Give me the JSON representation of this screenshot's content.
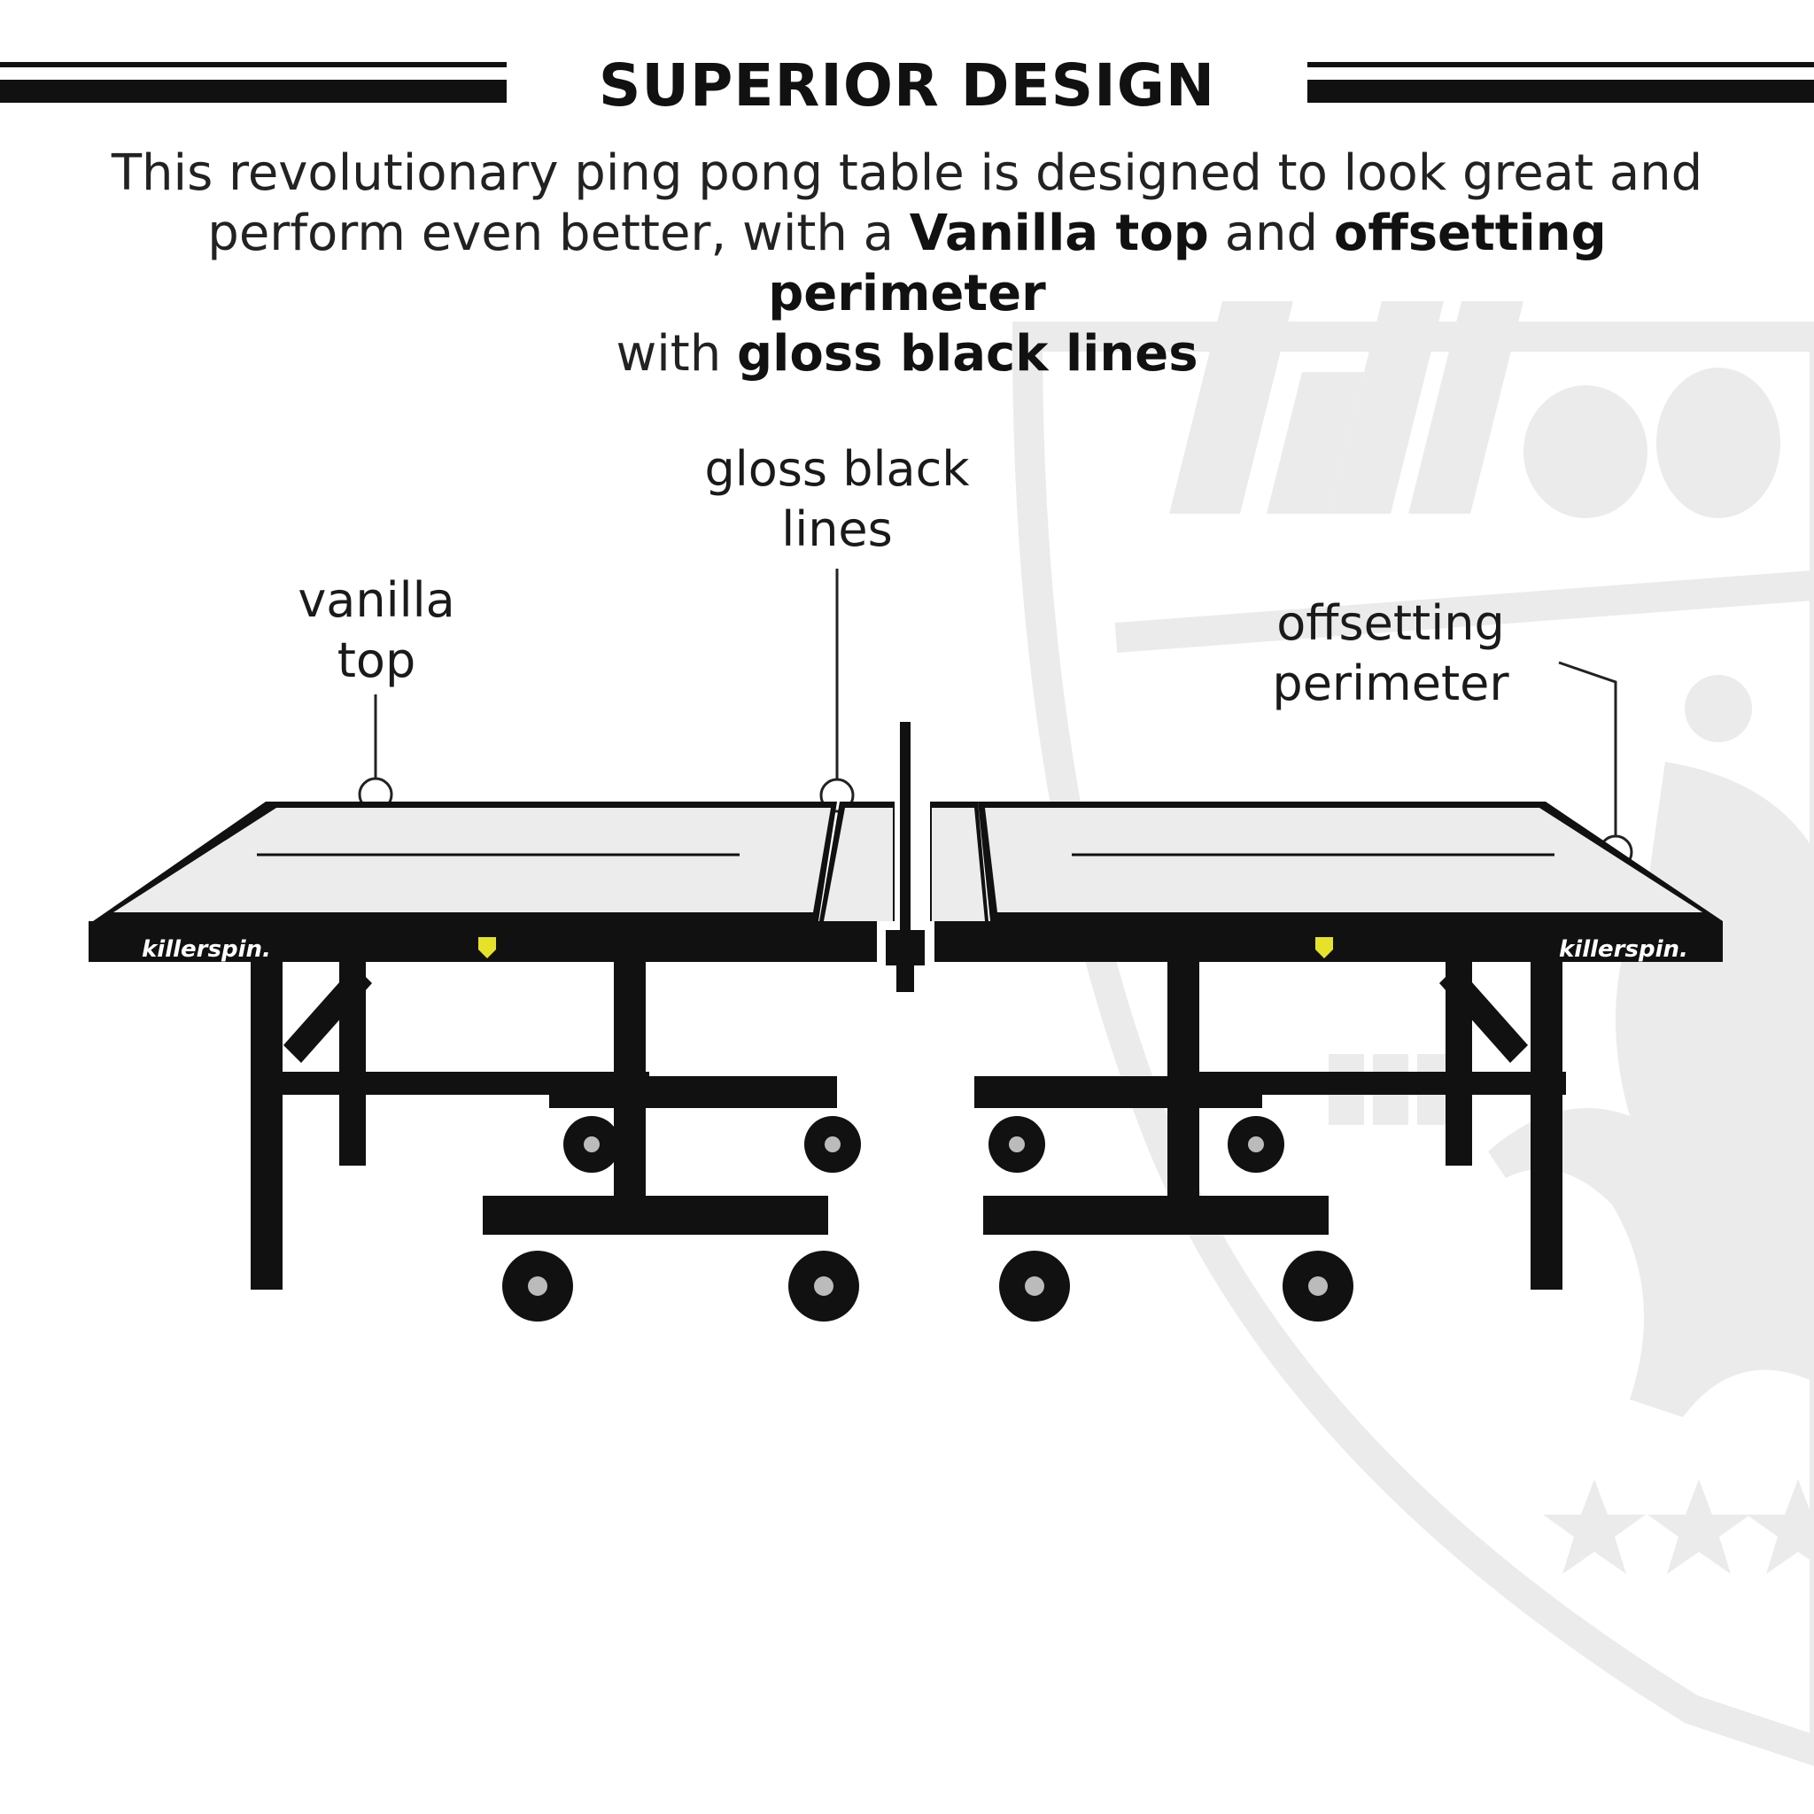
{
  "header": {
    "title": "SUPERIOR DESIGN"
  },
  "intro": {
    "part1": "This revolutionary ping pong table is designed to look great and perform even better, with a ",
    "bold1": "Vanilla top",
    "part2": " and ",
    "bold2": "offsetting perimeter",
    "part3": " with ",
    "bold3": "gloss black lines"
  },
  "callouts": {
    "vanilla_line1": "vanilla",
    "vanilla_line2": "top",
    "gloss_line1": "gloss black",
    "gloss_line2": "lines",
    "offset_line1": "offsetting",
    "offset_line2": "perimeter"
  },
  "table": {
    "brand_left": "killerspin.",
    "brand_right": "killerspin."
  },
  "colors": {
    "frame": "#111111",
    "surface": "#ececec",
    "watermark": "#ebebeb",
    "badge": "#e6e22a"
  },
  "icons": {
    "watermark": "killerspin-shield-logo",
    "badge": "shield-badge-icon"
  }
}
